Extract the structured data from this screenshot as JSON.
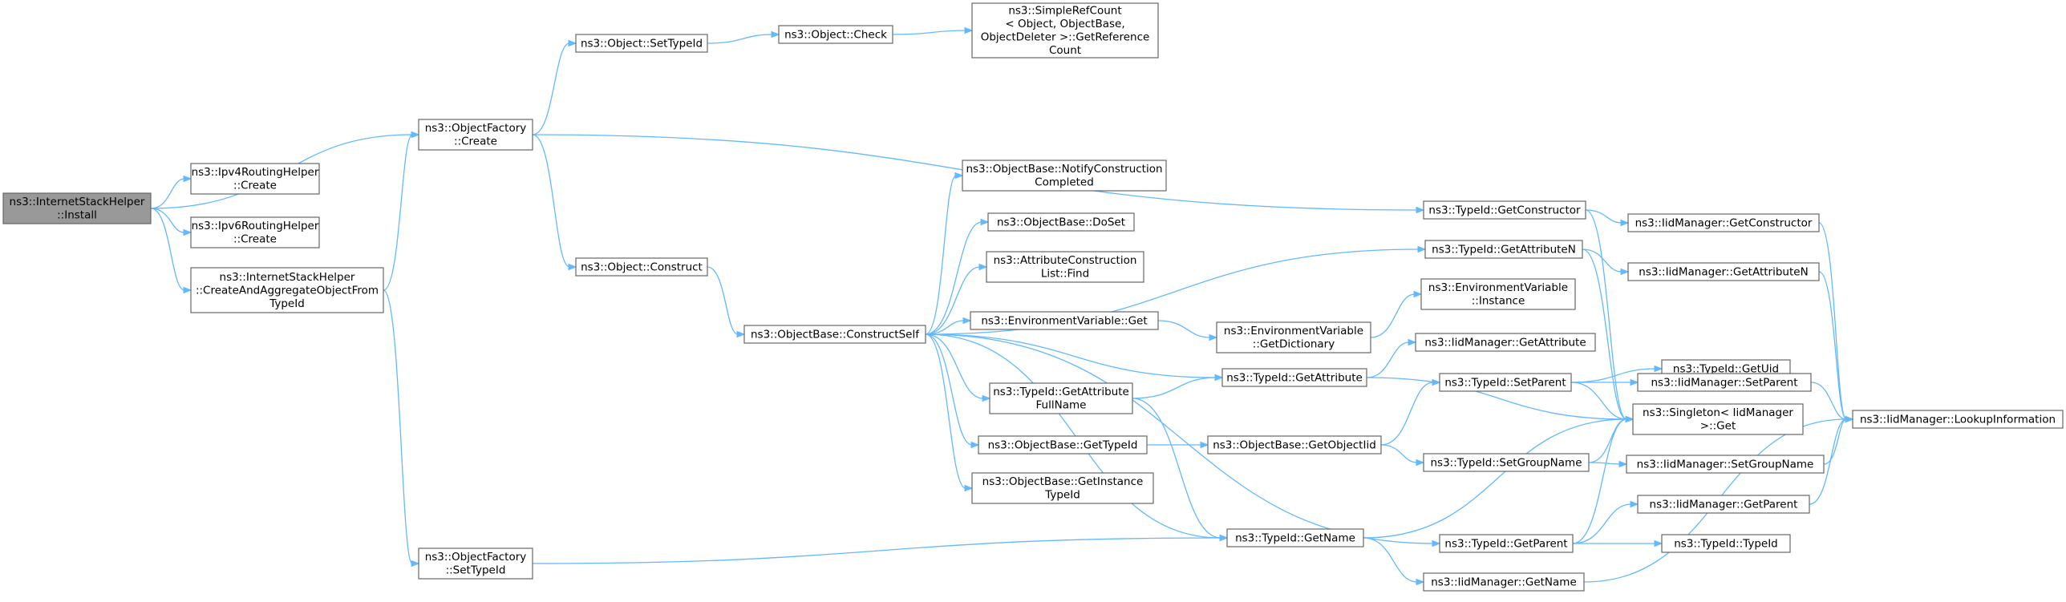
{
  "nodes": [
    {
      "id": "install",
      "root": true,
      "lines": [
        "ns3::InternetStackHelper",
        "::Install"
      ]
    },
    {
      "id": "ipv4create",
      "lines": [
        "ns3::Ipv4RoutingHelper",
        "::Create"
      ]
    },
    {
      "id": "ipv6create",
      "lines": [
        "ns3::Ipv6RoutingHelper",
        "::Create"
      ]
    },
    {
      "id": "createagg",
      "lines": [
        "ns3::InternetStackHelper",
        "::CreateAndAggregateObjectFrom",
        "TypeId"
      ]
    },
    {
      "id": "ofcreate",
      "lines": [
        "ns3::ObjectFactory",
        "::Create"
      ]
    },
    {
      "id": "ofsettypeid",
      "lines": [
        "ns3::ObjectFactory",
        "::SetTypeId"
      ]
    },
    {
      "id": "objsettypeid",
      "lines": [
        "ns3::Object::SetTypeId"
      ]
    },
    {
      "id": "objconstruct",
      "lines": [
        "ns3::Object::Construct"
      ]
    },
    {
      "id": "objcheck",
      "lines": [
        "ns3::Object::Check"
      ]
    },
    {
      "id": "simplerefcount",
      "lines": [
        "ns3::SimpleRefCount",
        "< Object, ObjectBase,",
        "ObjectDeleter >::GetReference",
        "Count"
      ]
    },
    {
      "id": "constructself",
      "lines": [
        "ns3::ObjectBase::ConstructSelf"
      ]
    },
    {
      "id": "notifyconstruction",
      "lines": [
        "ns3::ObjectBase::NotifyConstruction",
        "Completed"
      ]
    },
    {
      "id": "doset",
      "lines": [
        "ns3::ObjectBase::DoSet"
      ]
    },
    {
      "id": "attrfind",
      "lines": [
        "ns3::AttributeConstruction",
        "List::Find"
      ]
    },
    {
      "id": "envget",
      "lines": [
        "ns3::EnvironmentVariable::Get"
      ]
    },
    {
      "id": "getattrfullname",
      "lines": [
        "ns3::TypeId::GetAttribute",
        "FullName"
      ]
    },
    {
      "id": "obgettypeid",
      "lines": [
        "ns3::ObjectBase::GetTypeId"
      ]
    },
    {
      "id": "getinstancetypeid",
      "lines": [
        "ns3::ObjectBase::GetInstance",
        "TypeId"
      ]
    },
    {
      "id": "envgetdict",
      "lines": [
        "ns3::EnvironmentVariable",
        "::GetDictionary"
      ]
    },
    {
      "id": "envinstance",
      "lines": [
        "ns3::EnvironmentVariable",
        "::Instance"
      ]
    },
    {
      "id": "tidgetattribute",
      "lines": [
        "ns3::TypeId::GetAttribute"
      ]
    },
    {
      "id": "getobjectiid",
      "lines": [
        "ns3::ObjectBase::GetObjectIid"
      ]
    },
    {
      "id": "tidgetname",
      "lines": [
        "ns3::TypeId::GetName"
      ]
    },
    {
      "id": "tidgetconstructor",
      "lines": [
        "ns3::TypeId::GetConstructor"
      ]
    },
    {
      "id": "tidgetattributen",
      "lines": [
        "ns3::TypeId::GetAttributeN"
      ]
    },
    {
      "id": "iidgetattribute",
      "lines": [
        "ns3::IidManager::GetAttribute"
      ]
    },
    {
      "id": "tidsetparent",
      "lines": [
        "ns3::TypeId::SetParent"
      ]
    },
    {
      "id": "tidsetgroupname",
      "lines": [
        "ns3::TypeId::SetGroupName"
      ]
    },
    {
      "id": "tidgetparent",
      "lines": [
        "ns3::TypeId::GetParent"
      ]
    },
    {
      "id": "iidgetname",
      "lines": [
        "ns3::IidManager::GetName"
      ]
    },
    {
      "id": "iidgetconstructor",
      "lines": [
        "ns3::IidManager::GetConstructor"
      ]
    },
    {
      "id": "iidgetattributen",
      "lines": [
        "ns3::IidManager::GetAttributeN"
      ]
    },
    {
      "id": "tidgetuid",
      "lines": [
        "ns3::TypeId::GetUid"
      ]
    },
    {
      "id": "iidsetparent",
      "lines": [
        "ns3::IidManager::SetParent"
      ]
    },
    {
      "id": "singletonget",
      "lines": [
        "ns3::Singleton< IidManager",
        ">::Get"
      ]
    },
    {
      "id": "iidsetgroupname",
      "lines": [
        "ns3::IidManager::SetGroupName"
      ]
    },
    {
      "id": "iidgetparent",
      "lines": [
        "ns3::IidManager::GetParent"
      ]
    },
    {
      "id": "tidtypeid",
      "lines": [
        "ns3::TypeId::TypeId"
      ]
    },
    {
      "id": "lookupinfo",
      "lines": [
        "ns3::IidManager::LookupInformation"
      ]
    }
  ],
  "edges": [
    [
      "install",
      "ofcreate"
    ],
    [
      "install",
      "ipv4create"
    ],
    [
      "install",
      "ipv6create"
    ],
    [
      "install",
      "createagg"
    ],
    [
      "createagg",
      "ofcreate"
    ],
    [
      "createagg",
      "ofsettypeid"
    ],
    [
      "ofcreate",
      "objsettypeid"
    ],
    [
      "ofcreate",
      "objconstruct"
    ],
    [
      "ofcreate",
      "tidgetconstructor"
    ],
    [
      "objsettypeid",
      "objcheck"
    ],
    [
      "objcheck",
      "simplerefcount"
    ],
    [
      "objconstruct",
      "constructself"
    ],
    [
      "ofsettypeid",
      "tidgetname"
    ],
    [
      "constructself",
      "notifyconstruction"
    ],
    [
      "constructself",
      "doset"
    ],
    [
      "constructself",
      "attrfind"
    ],
    [
      "constructself",
      "envget"
    ],
    [
      "constructself",
      "tidgetattribute"
    ],
    [
      "constructself",
      "getattrfullname"
    ],
    [
      "constructself",
      "obgettypeid"
    ],
    [
      "constructself",
      "getinstancetypeid"
    ],
    [
      "constructself",
      "tidgetname"
    ],
    [
      "constructself",
      "tidgetparent"
    ],
    [
      "constructself",
      "tidgetattributen"
    ],
    [
      "envget",
      "envgetdict"
    ],
    [
      "envgetdict",
      "envinstance"
    ],
    [
      "getattrfullname",
      "tidgetattribute"
    ],
    [
      "getattrfullname",
      "tidgetname"
    ],
    [
      "obgettypeid",
      "getobjectiid"
    ],
    [
      "getobjectiid",
      "tidsetparent"
    ],
    [
      "getobjectiid",
      "tidsetgroupname"
    ],
    [
      "tidgetattribute",
      "iidgetattribute"
    ],
    [
      "tidgetattribute",
      "singletonget"
    ],
    [
      "tidgetname",
      "singletonget"
    ],
    [
      "tidgetname",
      "iidgetname"
    ],
    [
      "tidgetconstructor",
      "iidgetconstructor"
    ],
    [
      "tidgetconstructor",
      "singletonget"
    ],
    [
      "tidgetattributen",
      "iidgetattributen"
    ],
    [
      "tidgetattributen",
      "singletonget"
    ],
    [
      "tidsetparent",
      "tidgetuid"
    ],
    [
      "tidsetparent",
      "iidsetparent"
    ],
    [
      "tidsetparent",
      "singletonget"
    ],
    [
      "tidsetgroupname",
      "singletonget"
    ],
    [
      "tidsetgroupname",
      "iidsetgroupname"
    ],
    [
      "tidgetparent",
      "singletonget"
    ],
    [
      "tidgetparent",
      "iidgetparent"
    ],
    [
      "tidgetparent",
      "tidtypeid"
    ],
    [
      "iidgetconstructor",
      "lookupinfo"
    ],
    [
      "iidgetattributen",
      "lookupinfo"
    ],
    [
      "iidsetparent",
      "lookupinfo"
    ],
    [
      "iidsetgroupname",
      "lookupinfo"
    ],
    [
      "iidgetparent",
      "lookupinfo"
    ],
    [
      "iidgetname",
      "lookupinfo"
    ]
  ]
}
